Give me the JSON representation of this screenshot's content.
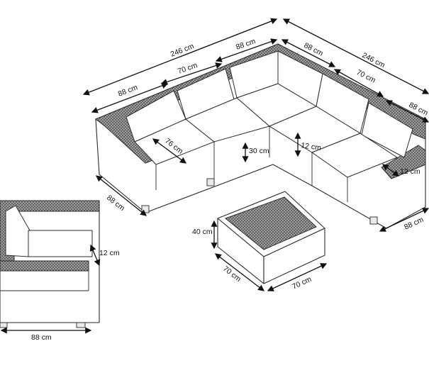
{
  "dimensions": {
    "total_left": "246 cm",
    "total_right": "246 cm",
    "left_outer_88": "88 cm",
    "left_mid_70": "70 cm",
    "corner_left_88": "88 cm",
    "corner_right_88": "88 cm",
    "right_mid_70": "70 cm",
    "right_outer_88": "88 cm",
    "seat_depth_76": "76 cm",
    "seat_height_30": "30 cm",
    "cushion_12_center": "12 cm",
    "cushion_12_right": "12 cm",
    "sofa_depth_left": "88 cm",
    "sofa_depth_right": "88 cm",
    "table_height": "40 cm",
    "table_width_left": "70 cm",
    "table_width_right": "70 cm",
    "chair_cushion": "12 cm",
    "chair_width": "88 cm"
  },
  "colors": {
    "line": "#2b2b2b",
    "dim_line": "#111111",
    "background": "#ffffff"
  }
}
